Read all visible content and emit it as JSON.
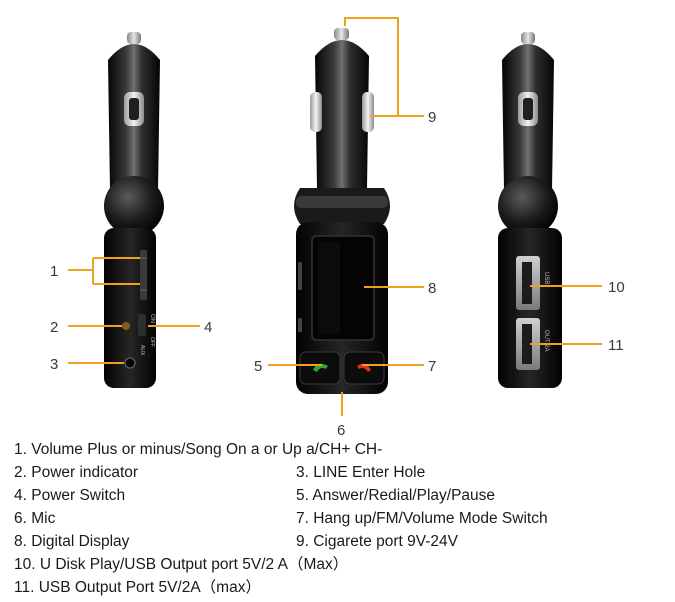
{
  "callouts": {
    "c1": "1",
    "c2": "2",
    "c3": "3",
    "c4": "4",
    "c5": "5",
    "c6": "6",
    "c7": "7",
    "c8": "8",
    "c9": "9",
    "c10": "10",
    "c11": "11"
  },
  "device_markings": {
    "on": "ON",
    "off": "OFF",
    "aux": "AUX",
    "usb_top": "USB",
    "usb_bottom": "OUT 2A"
  },
  "legend": {
    "item1": "1. Volume Plus or minus/Song On a or Up a/CH+ CH-",
    "item2": "2. Power indicator",
    "item3": "3. LINE Enter Hole",
    "item4": "4. Power Switch",
    "item5": "5. Answer/Redial/Play/Pause",
    "item6": "6. Mic",
    "item7": "7. Hang up/FM/Volume Mode Switch",
    "item8": "8. Digital Display",
    "item9": "9. Cigarete port 9V-24V",
    "item10": "10. U Disk Play/USB Output port 5V/2 A（Max）",
    "item11": "11. USB Output Port 5V/2A（max）"
  },
  "colors": {
    "leader": "#f0a020",
    "body": "#111111",
    "green_phone": "#2aa832",
    "red_phone": "#e03020"
  }
}
